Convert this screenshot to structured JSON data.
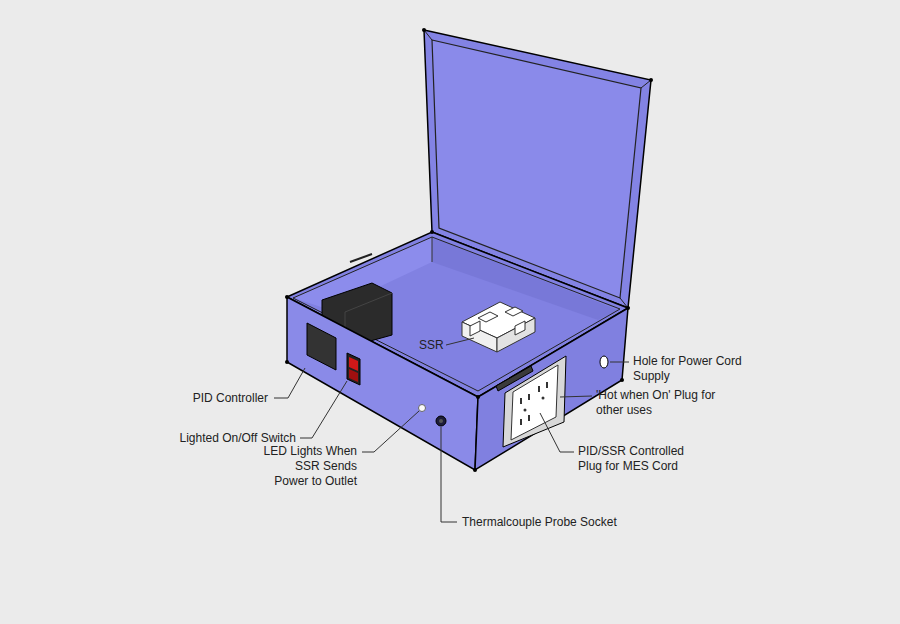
{
  "diagram": {
    "labels": [
      "SSR",
      "Hole for Power Cord Supply",
      "'Hot when On' Plug for other uses",
      "PID Controller",
      "Lighted On/Off Switch",
      "LED Lights When SSR Sends Power to Outlet",
      "PID/SSR Controlled Plug for MES Cord",
      "Thermalcouple Probe Socket"
    ]
  }
}
